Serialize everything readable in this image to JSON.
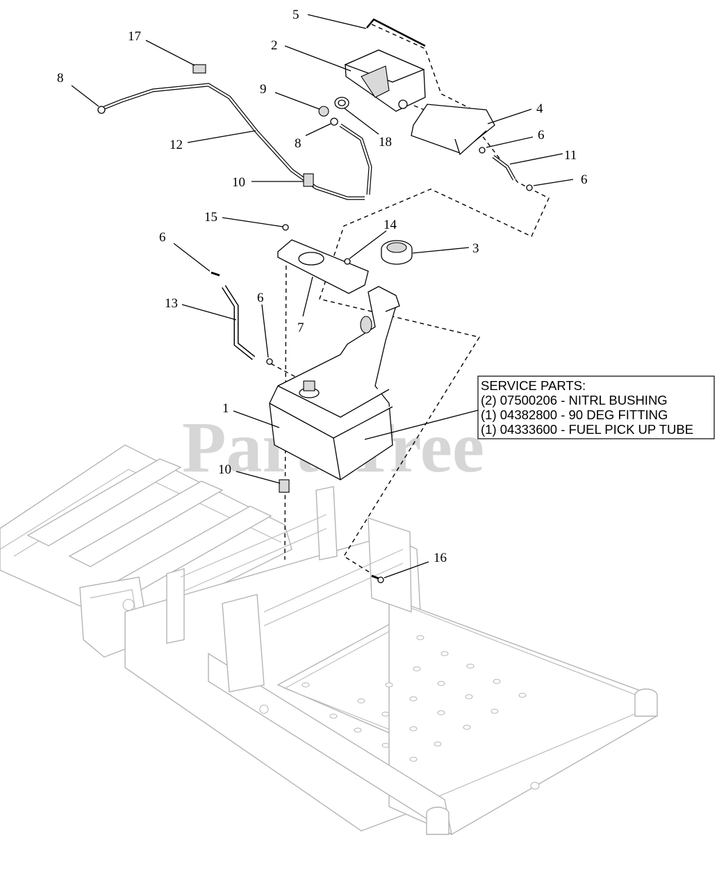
{
  "callouts": {
    "c1": "1",
    "c2": "2",
    "c3": "3",
    "c4": "4",
    "c5": "5",
    "c6a": "6",
    "c6b": "6",
    "c6c": "6",
    "c6d": "6",
    "c7": "7",
    "c8a": "8",
    "c8b": "8",
    "c9": "9",
    "c10a": "10",
    "c10b": "10",
    "c11": "11",
    "c12": "12",
    "c13": "13",
    "c14": "14",
    "c15": "15",
    "c16": "16",
    "c17": "17",
    "c18": "18"
  },
  "service_parts": {
    "heading": "SERVICE PARTS:",
    "line1": "(2) 07500206 - NITRL BUSHING",
    "line2": "(1) 04382800 - 90 DEG FITTING",
    "line3": "(1) 04333600 - FUEL PICK UP TUBE"
  },
  "watermark": "PartsTree"
}
